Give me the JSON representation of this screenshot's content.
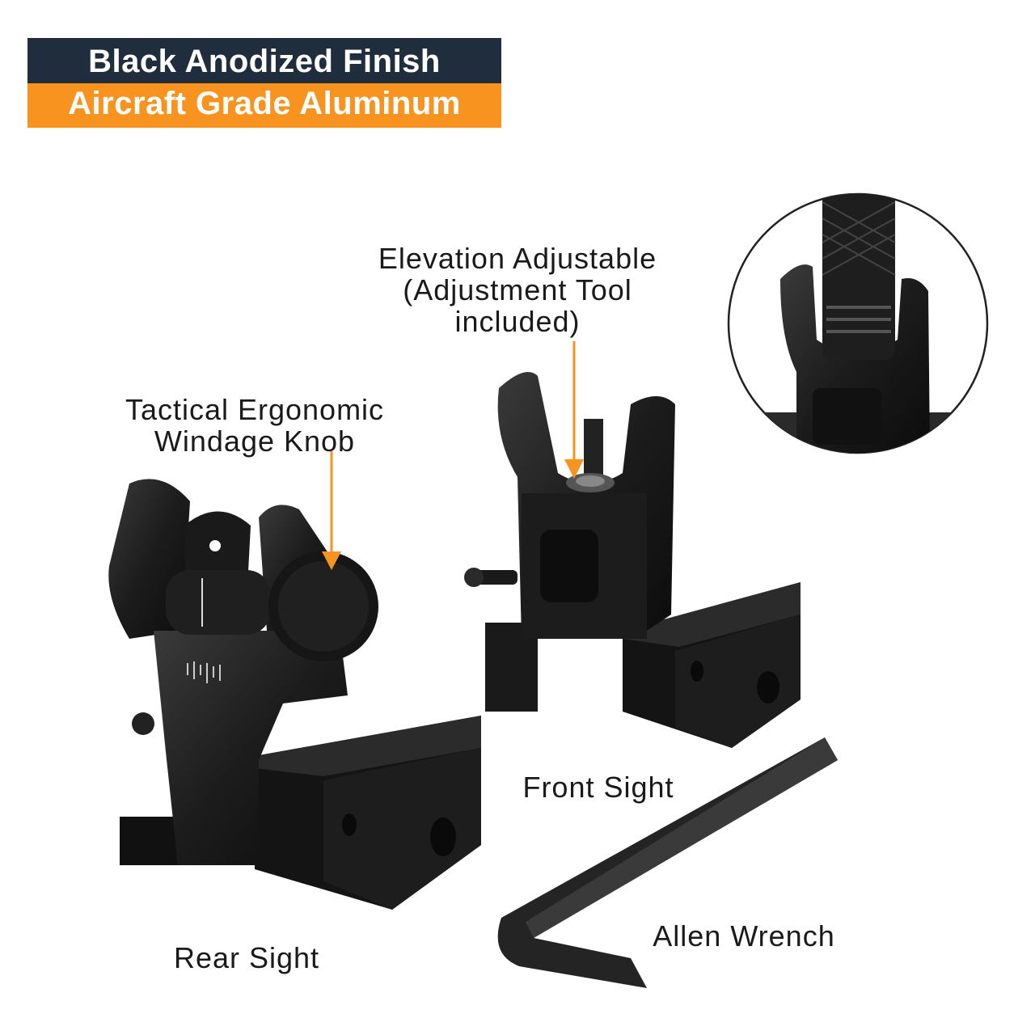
{
  "banner": {
    "line1": "Black Anodized Finish",
    "line2": "Aircraft Grade Aluminum"
  },
  "labels": {
    "elevation": [
      "Elevation Adjustable",
      "(Adjustment Tool",
      "included)"
    ],
    "windage": [
      "Tactical Ergonomic",
      "Windage Knob"
    ],
    "front_sight": "Front Sight",
    "rear_sight": "Rear Sight",
    "allen_wrench": "Allen Wrench"
  },
  "colors": {
    "banner_dark": "#1f2d3d",
    "banner_accent": "#f7931e",
    "callout_arrow": "#f7931e",
    "product_black": "#1b1b1b"
  }
}
